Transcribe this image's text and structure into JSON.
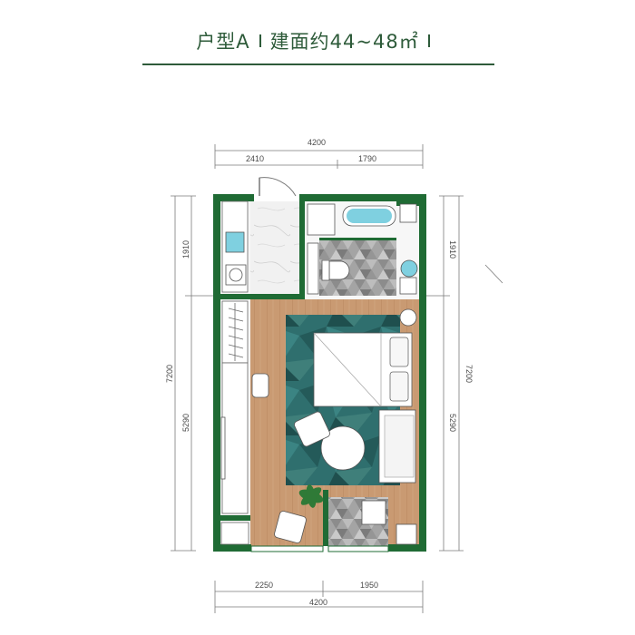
{
  "title": {
    "type_label": "户型A",
    "area_label": "建面约44~48㎡"
  },
  "dimensions": {
    "top_total": "4200",
    "top_left": "2410",
    "top_right": "1790",
    "bottom_total": "4200",
    "bottom_left": "2250",
    "bottom_right": "1950",
    "left_total": "7200",
    "left_upper": "1910",
    "left_lower": "5290",
    "right_total": "7200",
    "right_upper": "1910",
    "right_lower": "5290"
  },
  "colors": {
    "wall": "#1f6b34",
    "wood_floor": "#c99a72",
    "teal_rug": "#2f6f6e",
    "marble": "#f1f1f1",
    "bath_tile": "#9a9a9a",
    "dim_line": "#7a7a7a",
    "title": "#2e5b3a"
  }
}
